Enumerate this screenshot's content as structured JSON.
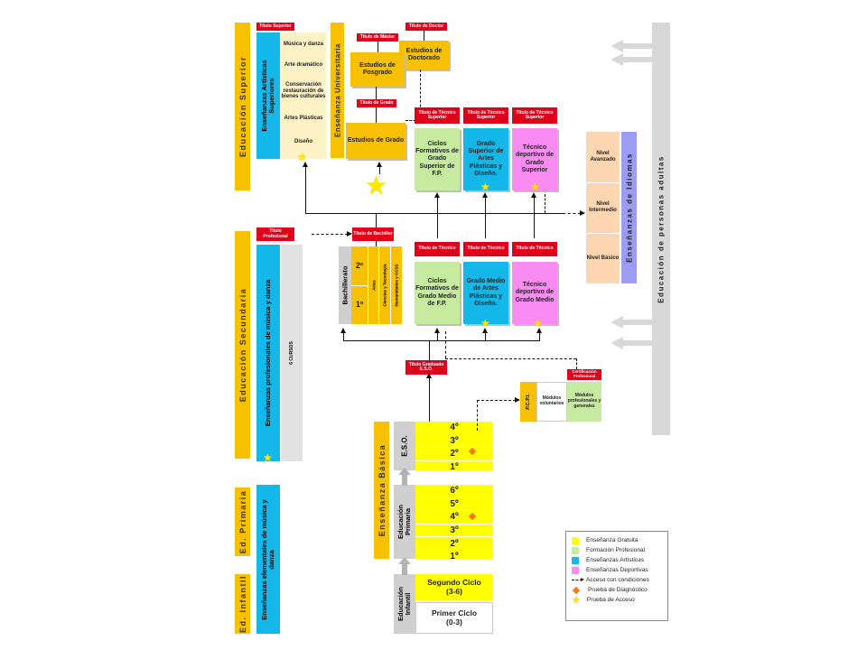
{
  "colors": {
    "yellow": "#f7c000",
    "red": "#e0001a",
    "green": "#c6eba0",
    "blue": "#14b8e8",
    "pink": "#f98bf2",
    "bright_yellow": "#ffff00",
    "orange": "#f7791a",
    "peach": "#fcd6b0",
    "purple": "#9c9cf5"
  },
  "sidebars": {
    "superior": "Educación Superior",
    "secundaria": "Educación Secundaria",
    "primaria": "Ed. Primaria",
    "infantil": "Ed. Infantil",
    "basica": "Enseñanza Básica",
    "universitaria": "Enseñanza Universitaria",
    "adultos": "Educación de personas adultas",
    "idiomas": "Enseñanzas de Idiomas"
  },
  "artisticas_superiores": {
    "title_label": "Título Superior",
    "column": "Enseñanzas Artísticas Superiores",
    "items": [
      "Música y danza",
      "Arte dramático",
      "Conservación restauración de bienes culturales",
      "Artes Plásticas",
      "Diseño"
    ]
  },
  "universidad": {
    "master_label": "Título de Máster",
    "doctor_label": "Título de Doctor",
    "grado_label": "Título de Grado",
    "posgrado": "Estudios de Posgrado",
    "doctorado": "Estudios de Doctorado",
    "grado": "Estudios de Grado"
  },
  "superior_cycles": {
    "labels": [
      "Título de Técnico Superior",
      "Título de Técnico Superior",
      "Título de Técnico Superior"
    ],
    "boxes": [
      "Ciclos Formativos de Grado Superior de F.P.",
      "Grado Superior de Artes Plásticas y Diseño.",
      "Técnico deportivo de Grado Superior"
    ]
  },
  "idiomas": {
    "levels": [
      "Nivel Avanzado",
      "Nivel Intermedio",
      "Nivel Básico"
    ]
  },
  "secundaria": {
    "titulo_profesional": "Título Profesional",
    "profesionales": "Enseñanzas profesionales de música y danza",
    "cursos": "6 CURSOS",
    "titulo_bachiller": "Título de Bachiller",
    "bachillerato": "Bachillerato",
    "bach_years": [
      "2º",
      "1º"
    ],
    "bach_modalidades": [
      "Artes",
      "Ciencias y Tecnología",
      "Humanidades y CCSS"
    ]
  },
  "medio_cycles": {
    "labels": [
      "Título de Técnico",
      "Título de Técnico",
      "Título de Técnico"
    ],
    "boxes": [
      "Ciclos Formativos de Grado Medio de F.P.",
      "Grado Medio de Artes Plásticas y Diseño.",
      "Técnico deportivo de Grado Medio"
    ]
  },
  "eso": {
    "titulo": "Título Graduado E.S.O.",
    "label": "E.S.O.",
    "years": [
      "4º",
      "3º",
      "2º",
      "1º"
    ]
  },
  "pcpi": {
    "label": "P.C.P.I.",
    "voluntarios": "Módulos voluntarios",
    "cert_label": "Certificación Profesional",
    "generales": "Módulos profesionales y generales"
  },
  "primaria": {
    "label": "Educación Primaria",
    "years": [
      "6º",
      "5º",
      "4º",
      "3º",
      "2º",
      "1º"
    ],
    "elementales": "Enseñanzas elementales de música y danza"
  },
  "infantil": {
    "label": "Educación Infantil",
    "segundo": "Segundo Ciclo (3-6)",
    "primero": "Primer Ciclo (0-3)"
  },
  "legend": [
    {
      "label": "Enseñanza Gratuita",
      "swatch": "bright_yellow"
    },
    {
      "label": "Formación Profesional",
      "swatch": "green"
    },
    {
      "label": "Enseñanzas Artísticas",
      "swatch": "blue"
    },
    {
      "label": "Enseñanzas Deportivas",
      "swatch": "pink"
    },
    {
      "label": "Acceso con condiciones",
      "swatch": "dotted"
    },
    {
      "label": "Prueba de Diagnóstico",
      "swatch": "diamond"
    },
    {
      "label": "Prueba de Acceso",
      "swatch": "star"
    }
  ]
}
